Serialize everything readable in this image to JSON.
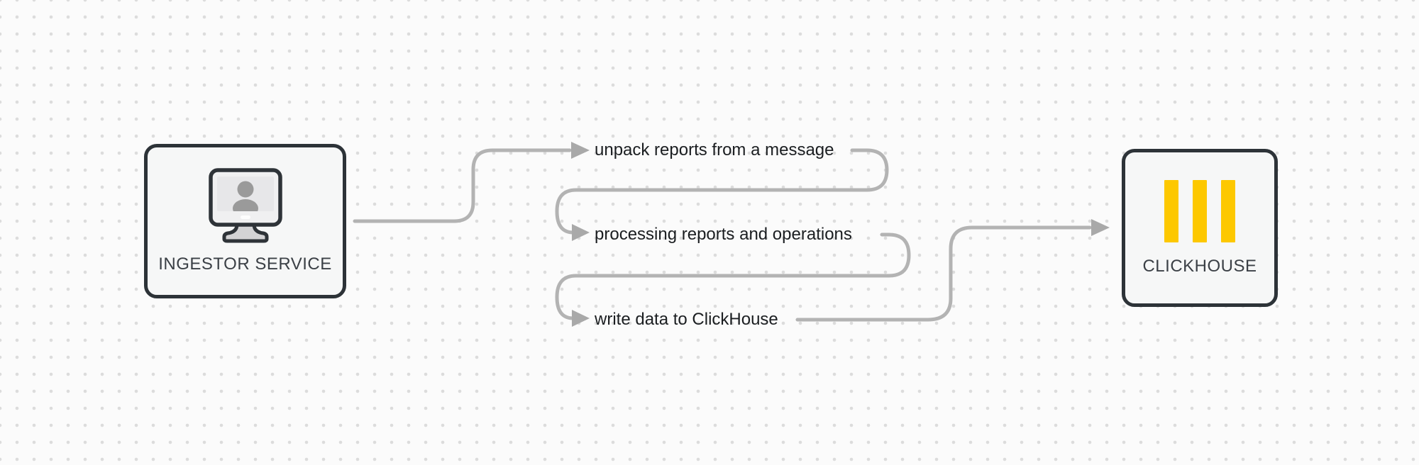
{
  "diagram": {
    "nodes": {
      "ingestor": {
        "id": "ingestor-service",
        "label": "INGESTOR SERVICE",
        "icon": "workstation-user-icon"
      },
      "clickhouse": {
        "id": "clickhouse",
        "label": "CLICKHOUSE",
        "icon": "clickhouse-logo-icon"
      }
    },
    "steps": [
      {
        "label": "unpack reports from a message"
      },
      {
        "label": "processing reports and operations"
      },
      {
        "label": "write data to ClickHouse"
      }
    ],
    "flow_order": [
      "ingestor-service",
      "unpack reports from a message",
      "processing reports and operations",
      "write data to ClickHouse",
      "clickhouse"
    ],
    "colors": {
      "background": "#fbfbfb",
      "grid_dot": "#dcdcdc",
      "node_fill": "#f6f7f7",
      "node_border": "#2d3338",
      "node_label_text": "#3b4046",
      "step_text": "#1b1e21",
      "connector_line": "#b3b3b3",
      "arrowhead": "#a9a9a9",
      "clickhouse_yellow": "#fdc800",
      "icon_silhouette_gray": "#9a9a9a",
      "icon_stand_gray": "#d3d3d5"
    }
  }
}
